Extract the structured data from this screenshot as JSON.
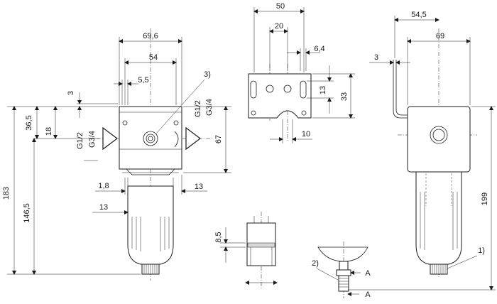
{
  "front_view": {
    "dims": {
      "width_69_6": "69,6",
      "width_54": "54",
      "d_5_5": "5,5",
      "d_3": "3",
      "d_36_5": "36,5",
      "d_18": "18",
      "d_183": "183",
      "d_146_5": "146,5",
      "d_67": "67",
      "d_1_8": "1,8",
      "d_13_right": "13",
      "d_13_left": "13"
    },
    "ports": {
      "left_g12": "G1/2",
      "left_g34": "G3/4",
      "right_g12": "G1/2",
      "right_g34": "G3/4"
    },
    "callout_3": "3)"
  },
  "bracket_view": {
    "dims": {
      "d_50": "50",
      "d_20": "20",
      "d_6_4": "6,4",
      "d_13": "13",
      "d_33": "33",
      "d_10": "10"
    }
  },
  "side_view": {
    "dims": {
      "d_54_5": "54,5",
      "d_69": "69",
      "d_3": "3",
      "d_199": "199"
    },
    "callout_1": "1)"
  },
  "section_view": {
    "dims": {
      "d_8_5": "8,5"
    }
  },
  "drain_view": {
    "callout_2": "2)",
    "section_a_top": "A",
    "section_a_bottom": "A"
  }
}
